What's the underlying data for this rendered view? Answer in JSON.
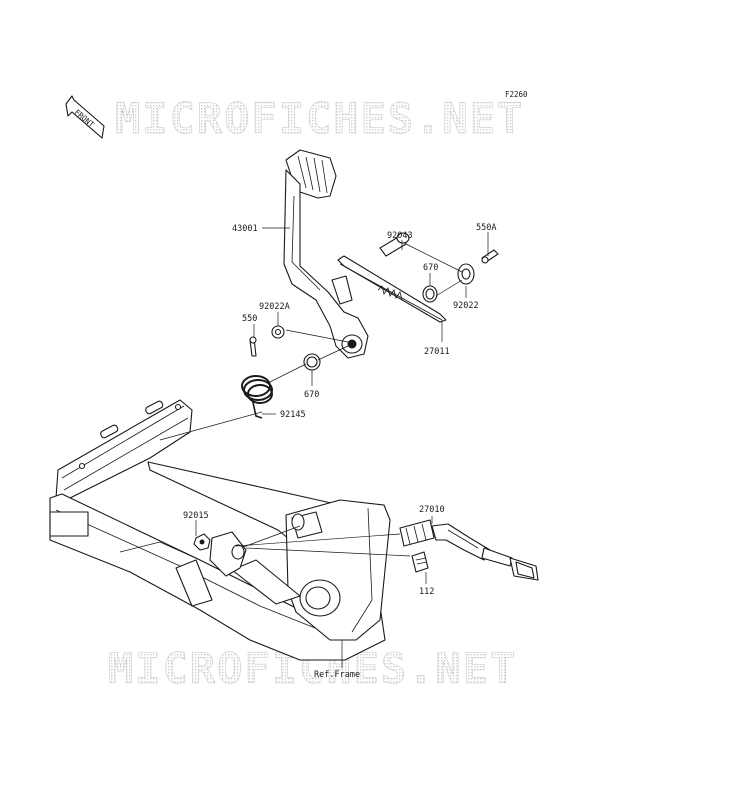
{
  "figure_code": "F2260",
  "front_label": "FRONT",
  "watermark": "MICROFICHES.NET",
  "callouts": {
    "pedal": "43001",
    "pin_pivot": "92043",
    "cotter_right": "550A",
    "oring_upper": "670",
    "washer_right": "92022",
    "washer_left": "92022A",
    "cotter_left": "550",
    "rod": "27011",
    "oring_lower": "670",
    "spring": "92145",
    "nut": "92015",
    "switch": "27010",
    "bolt": "112",
    "frame": "Ref.Frame"
  }
}
